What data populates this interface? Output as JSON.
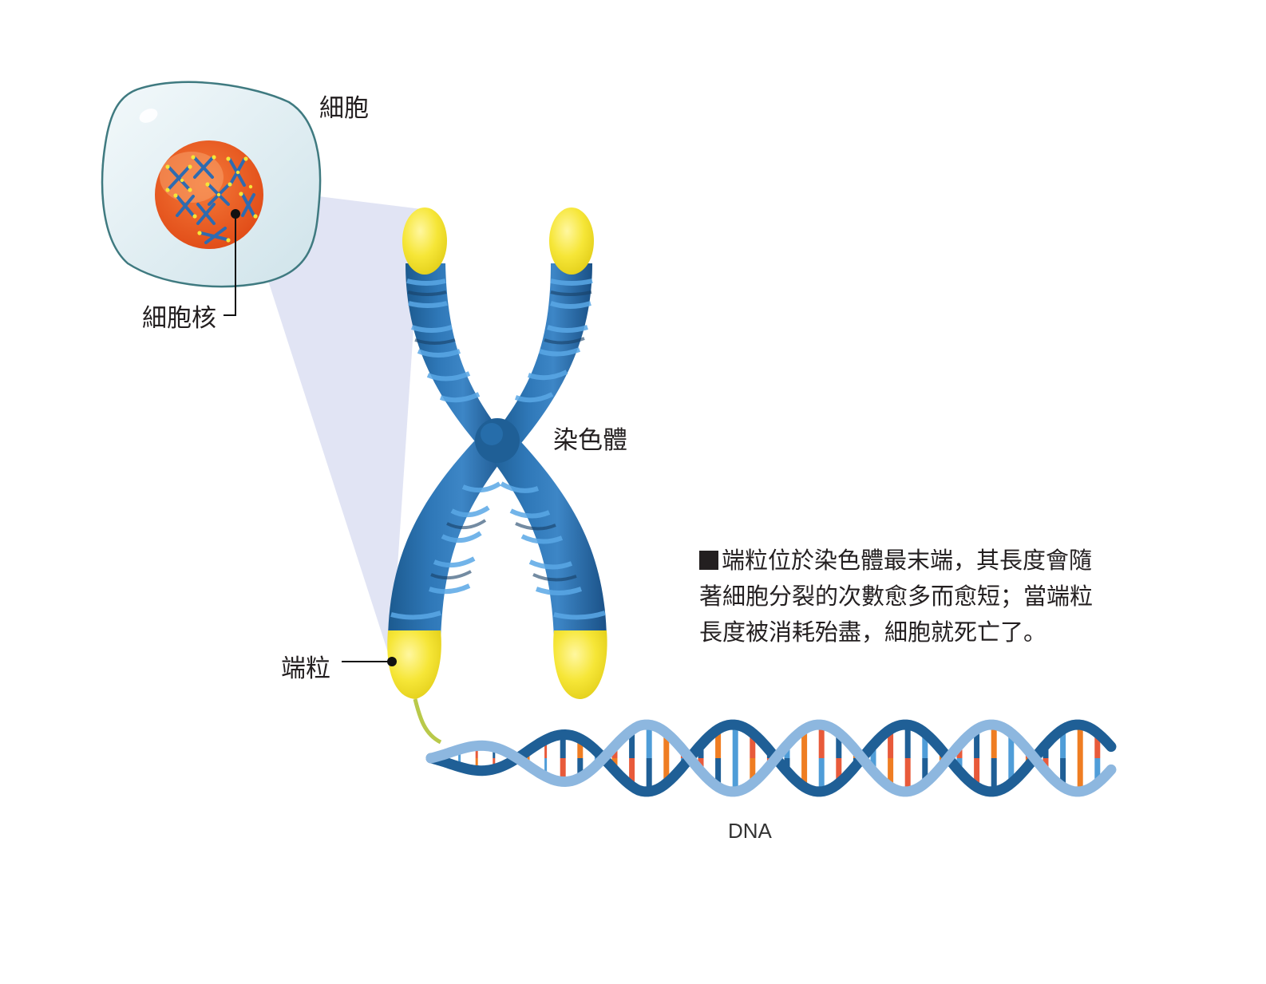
{
  "labels": {
    "cell": "細胞",
    "nucleus": "細胞核",
    "chromosome": "染色體",
    "telomere": "端粒",
    "dna": "DNA"
  },
  "caption": {
    "lines": [
      "端粒位於染色體最末端，其長度會隨",
      "著細胞分裂的次數愈多而愈短；當端粒",
      "長度被消耗殆盡，細胞就死亡了。"
    ]
  },
  "colors": {
    "chromosome_dark": "#1f5f96",
    "chromosome_light": "#4e9ad8",
    "telomere": "#f3e430",
    "nucleus": "#e8541e",
    "cell_fill": "#dfeef2",
    "cell_stroke": "#3f7a80",
    "zoom_cone": "#dcdff2",
    "dna_dark": "#1f5f96",
    "dna_light": "#8db7df",
    "base_orange": "#ef7d22",
    "base_red": "#e85a3a",
    "base_blue": "#4f9dd8"
  },
  "icons": {
    "caption_bullet": "black-square-icon"
  }
}
